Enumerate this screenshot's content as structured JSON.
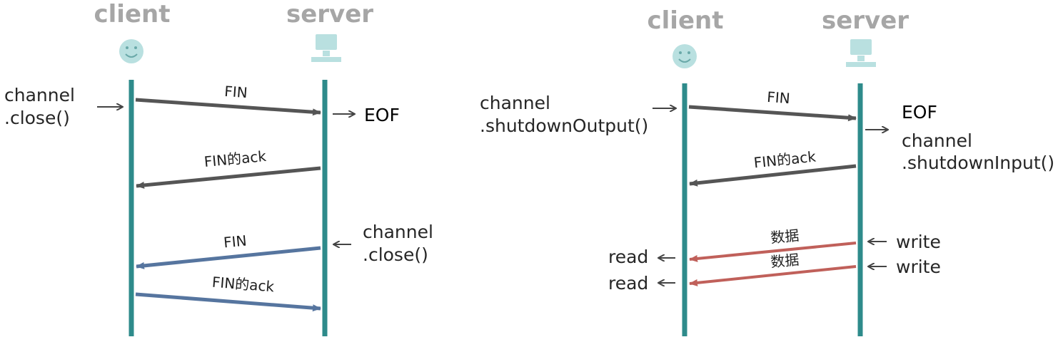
{
  "colors": {
    "lifeline": "#2e8b8b",
    "arrow_dark": "#555555",
    "arrow_blue": "#56759f",
    "arrow_red": "#c0605a",
    "icon": "#b9e0e0",
    "actor_text": "#a6a6a6"
  },
  "left": {
    "client": {
      "title": "client",
      "icon": "smiley-face-icon"
    },
    "server": {
      "title": "server",
      "icon": "computer-monitor-icon"
    },
    "client_note": [
      "channel",
      ".close()"
    ],
    "server_note": "EOF",
    "server_close_note": [
      "channel",
      ".close()"
    ],
    "messages": [
      "FIN",
      "FIN的ack",
      "FIN",
      "FIN的ack"
    ]
  },
  "right": {
    "client": {
      "title": "client",
      "icon": "smiley-face-icon"
    },
    "server": {
      "title": "server",
      "icon": "computer-monitor-icon"
    },
    "client_note": [
      "channel",
      ".shutdownOutput()"
    ],
    "server_notes": [
      "EOF",
      "channel",
      ".shutdownInput()"
    ],
    "messages": [
      "FIN",
      "FIN的ack",
      "数据",
      "数据"
    ],
    "client_reads": [
      "read",
      "read"
    ],
    "server_writes": [
      "write",
      "write"
    ]
  }
}
